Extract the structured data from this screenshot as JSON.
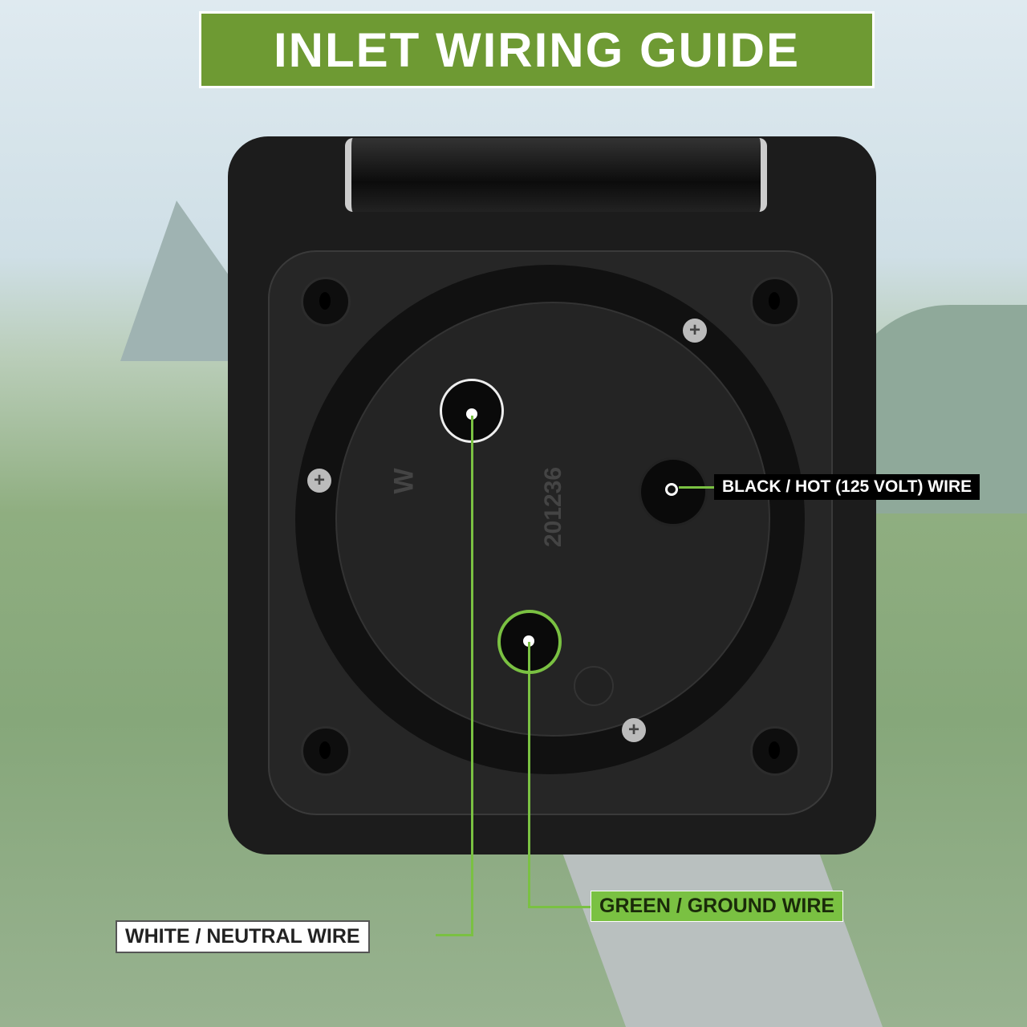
{
  "title": "INLET WIRING GUIDE",
  "markings": {
    "w_letter": "W",
    "part_number": "201236"
  },
  "labels": {
    "black": "BLACK / HOT (125 VOLT) WIRE",
    "green": "GREEN / GROUND WIRE",
    "white": "WHITE / NEUTRAL WIRE"
  },
  "colors": {
    "accent": "#7ac142",
    "title_bg": "#6e9a33"
  }
}
